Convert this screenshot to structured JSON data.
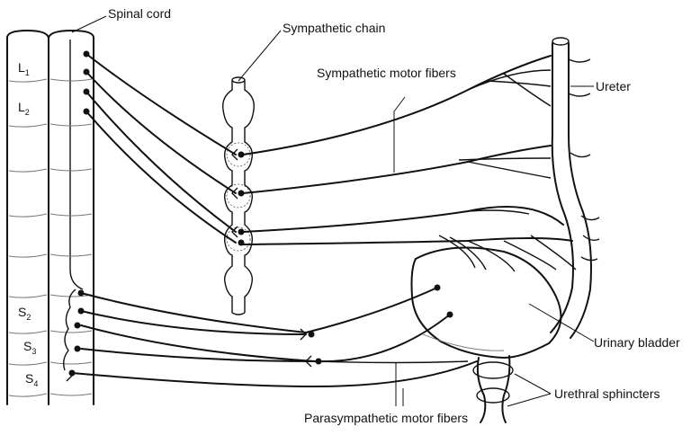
{
  "labels": {
    "spinal_cord": "Spinal cord",
    "sympathetic_chain": "Sympathetic chain",
    "sympathetic_motor_fibers": "Sympathetic motor fibers",
    "ureter": "Ureter",
    "urinary_bladder": "Urinary bladder",
    "urethral_sphincters": "Urethral sphincters",
    "parasympathetic_motor_fibers": "Parasympathetic motor fibers"
  },
  "segments": [
    {
      "letter": "L",
      "sub": "1"
    },
    {
      "letter": "L",
      "sub": "2"
    },
    {
      "letter": "S",
      "sub": "2"
    },
    {
      "letter": "S",
      "sub": "3"
    },
    {
      "letter": "S",
      "sub": "4"
    }
  ]
}
